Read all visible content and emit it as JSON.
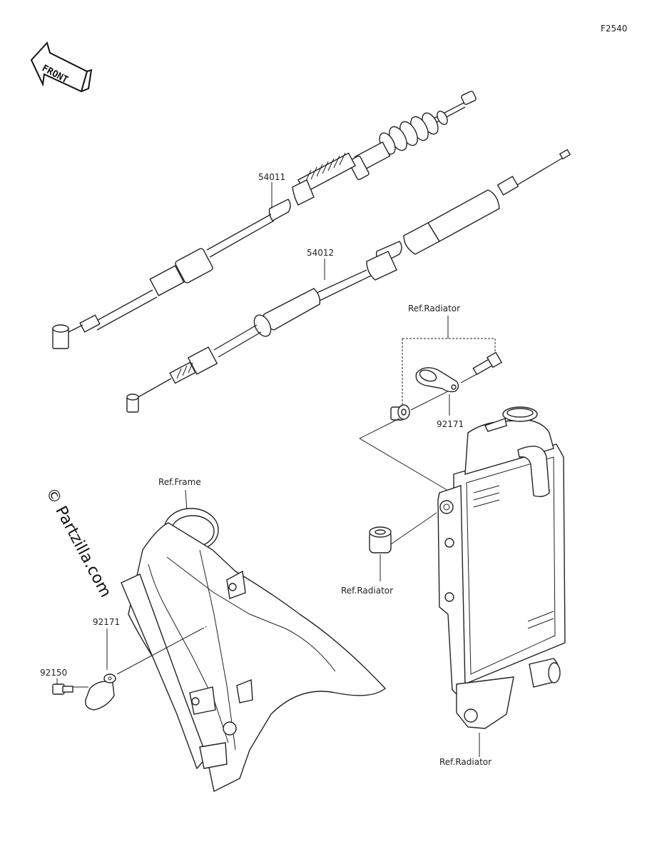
{
  "diagram_code": "F2540",
  "front_label": "FRONT",
  "watermark": "© Partzilla.com",
  "callouts": {
    "clutch_cable": "54011",
    "throttle_cable": "54012",
    "clamp_upper": "92171",
    "clamp_frame": "92171",
    "bolt": "92150"
  },
  "references": {
    "radiator_top": "Ref.Radiator",
    "radiator_grommet": "Ref.Radiator",
    "radiator_bottom": "Ref.Radiator",
    "frame": "Ref.Frame"
  }
}
